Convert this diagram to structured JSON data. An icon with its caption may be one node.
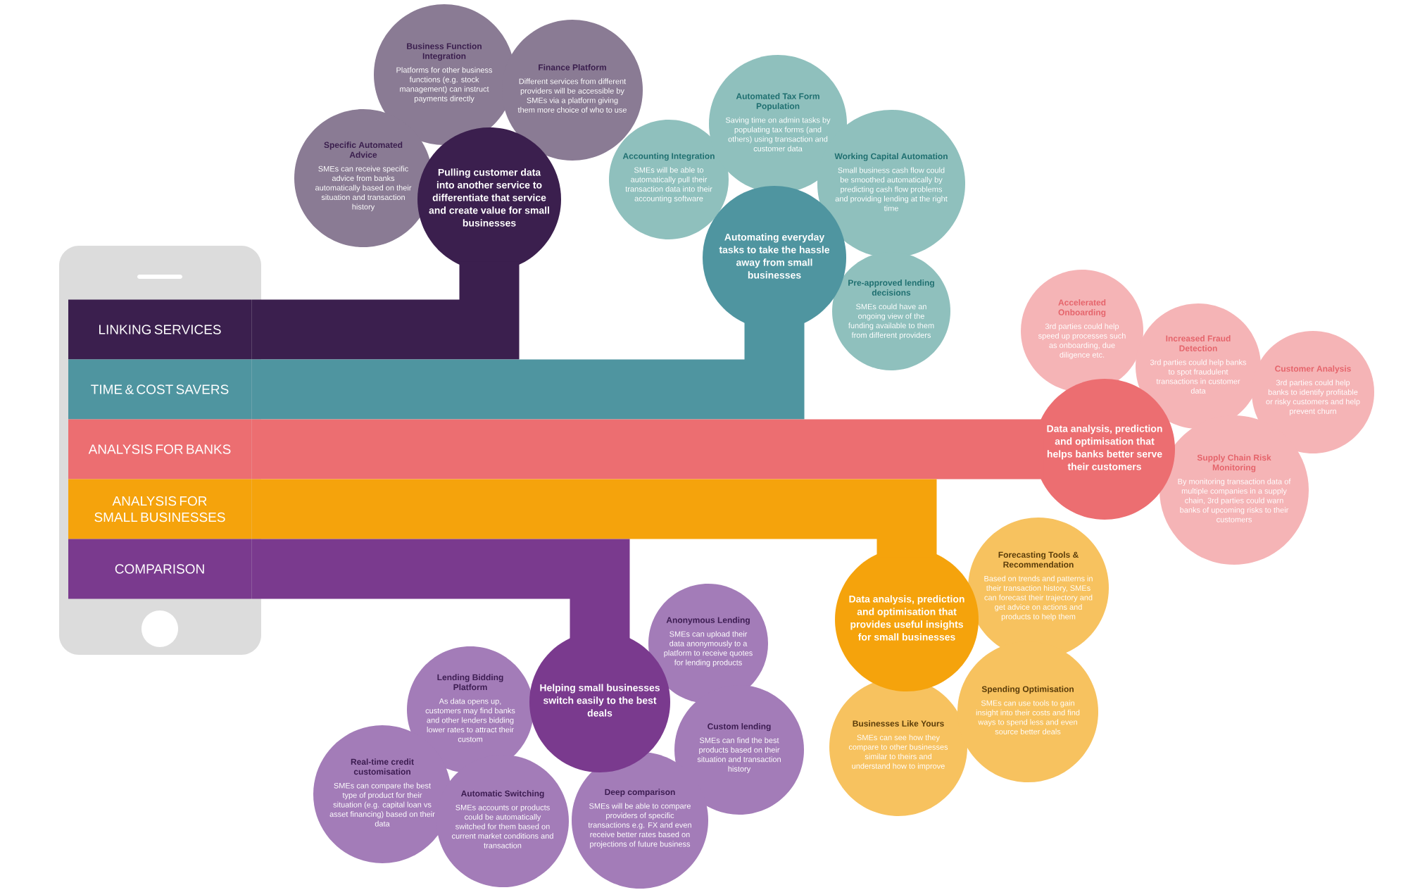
{
  "diagram": {
    "nodes": [
      {
        "text": [
          "LINKING SERVICES"
        ]
      },
      {
        "text": [
          "TIME & COST SAVERS"
        ]
      },
      {
        "text": [
          "ANALYSIS FOR BANKS"
        ]
      },
      {
        "text": [
          "ANALYSIS FOR SMALL BUSINESSES"
        ]
      },
      {
        "text": [
          "COMPARISON"
        ]
      },
      {
        "text": [
          "Pulling customer data into another service to differentiate that service and create value for small businesses"
        ]
      },
      {
        "text": [
          "Automating everyday tasks to take the hassle away from small businesses"
        ]
      },
      {
        "text": [
          "Data analysis, prediction and optimisation that helps banks better serve their customers"
        ]
      },
      {
        "text": [
          "Data analysis, prediction and optimisation that provides useful insights for small businesses"
        ]
      },
      {
        "text": [
          "Helping small businesses switch easily to the best deals"
        ]
      },
      {
        "text": [
          "Business Function Integration",
          "Platforms for other business functions (e.g. stock management) can instruct payments directly"
        ]
      },
      {
        "text": [
          "Finance Platform",
          "Different services from different providers will be accessible by SMEs via a platform giving them more choice of who to use"
        ]
      },
      {
        "text": [
          "Specific Automated Advice",
          "SMEs can receive specific advice from banks automatically based on their situation and transaction history"
        ]
      },
      {
        "text": [
          "Accounting Integration",
          "SMEs will be able to automatically pull their transaction data into their accounting software"
        ]
      },
      {
        "text": [
          "Automated Tax Form Population",
          "Saving time on admin tasks by populating tax forms (and others) using transaction and customer data"
        ]
      },
      {
        "text": [
          "Working Capital Automation",
          "Small business cash flow could be smoothed automatically by predicting cash flow problems and providing lending at the right time"
        ]
      },
      {
        "text": [
          "Pre-approved lending decisions",
          "SMEs could have an ongoing view of the funding available to them from different providers"
        ]
      },
      {
        "text": [
          "Accelerated Onboarding",
          "3rd parties could help speed up processes such as onboarding, due diligence etc."
        ]
      },
      {
        "text": [
          "Increased Fraud Detection",
          "3rd parties could help banks to spot fraudulent transactions in customer data"
        ]
      },
      {
        "text": [
          "Customer Analysis",
          "3rd parties could help banks to identify profitable or risky customers and help prevent churn"
        ]
      },
      {
        "text": [
          "Supply Chain Risk Monitoring",
          "By monitoring transaction data of multiple companies in a supply chain, 3rd parties could warn banks of upcoming risks to their customers"
        ]
      },
      {
        "text": [
          "Forecasting Tools & Recommendation",
          "Based on trends and patterns in their transaction history, SMEs can forecast their trajectory and get advice on actions and products to help them"
        ]
      },
      {
        "text": [
          "Businesses Like Yours",
          "SMEs can see how they compare to other businesses similar to theirs and understand how to improve"
        ]
      },
      {
        "text": [
          "Spending Optimisation",
          "SMEs can use tools to gain insight into their costs and find ways to spend less and even source better deals"
        ]
      },
      {
        "text": [
          "Anonymous Lending",
          "SMEs can upload their data anonymously to a platform to receive quotes for lending products"
        ]
      },
      {
        "text": [
          "Lending Bidding Platform",
          "As data opens up, customers may find banks and other lenders bidding lower rates to attract their custom"
        ]
      },
      {
        "text": [
          "Custom lending",
          "SMEs can find the best products based on their situation and transaction history"
        ]
      },
      {
        "text": [
          "Real-time credit customisation",
          "SMEs can compare the best type of product for their situation (e.g. capital loan vs asset financing) based on their data"
        ]
      },
      {
        "text": [
          "Automatic Switching",
          "SMEs accounts or products could be automatically switched for them based on current market conditions and transaction"
        ]
      },
      {
        "text": [
          "Deep comparison",
          "SMEs will be able to compare providers of specific transactions e.g. FX and even receive better rates based on projections of future business"
        ]
      }
    ],
    "edges": [
      {
        "from": 0,
        "to": 5,
        "arrow": "none",
        "color": "#3b1f4e"
      },
      {
        "from": 1,
        "to": 6,
        "arrow": "none",
        "color": "#4f95a0"
      },
      {
        "from": 2,
        "to": 7,
        "arrow": "none",
        "color": "#ec6e71"
      },
      {
        "from": 3,
        "to": 8,
        "arrow": "none",
        "color": "#f5a30c"
      },
      {
        "from": 4,
        "to": 9,
        "arrow": "none",
        "color": "#7a3a8e"
      }
    ]
  }
}
